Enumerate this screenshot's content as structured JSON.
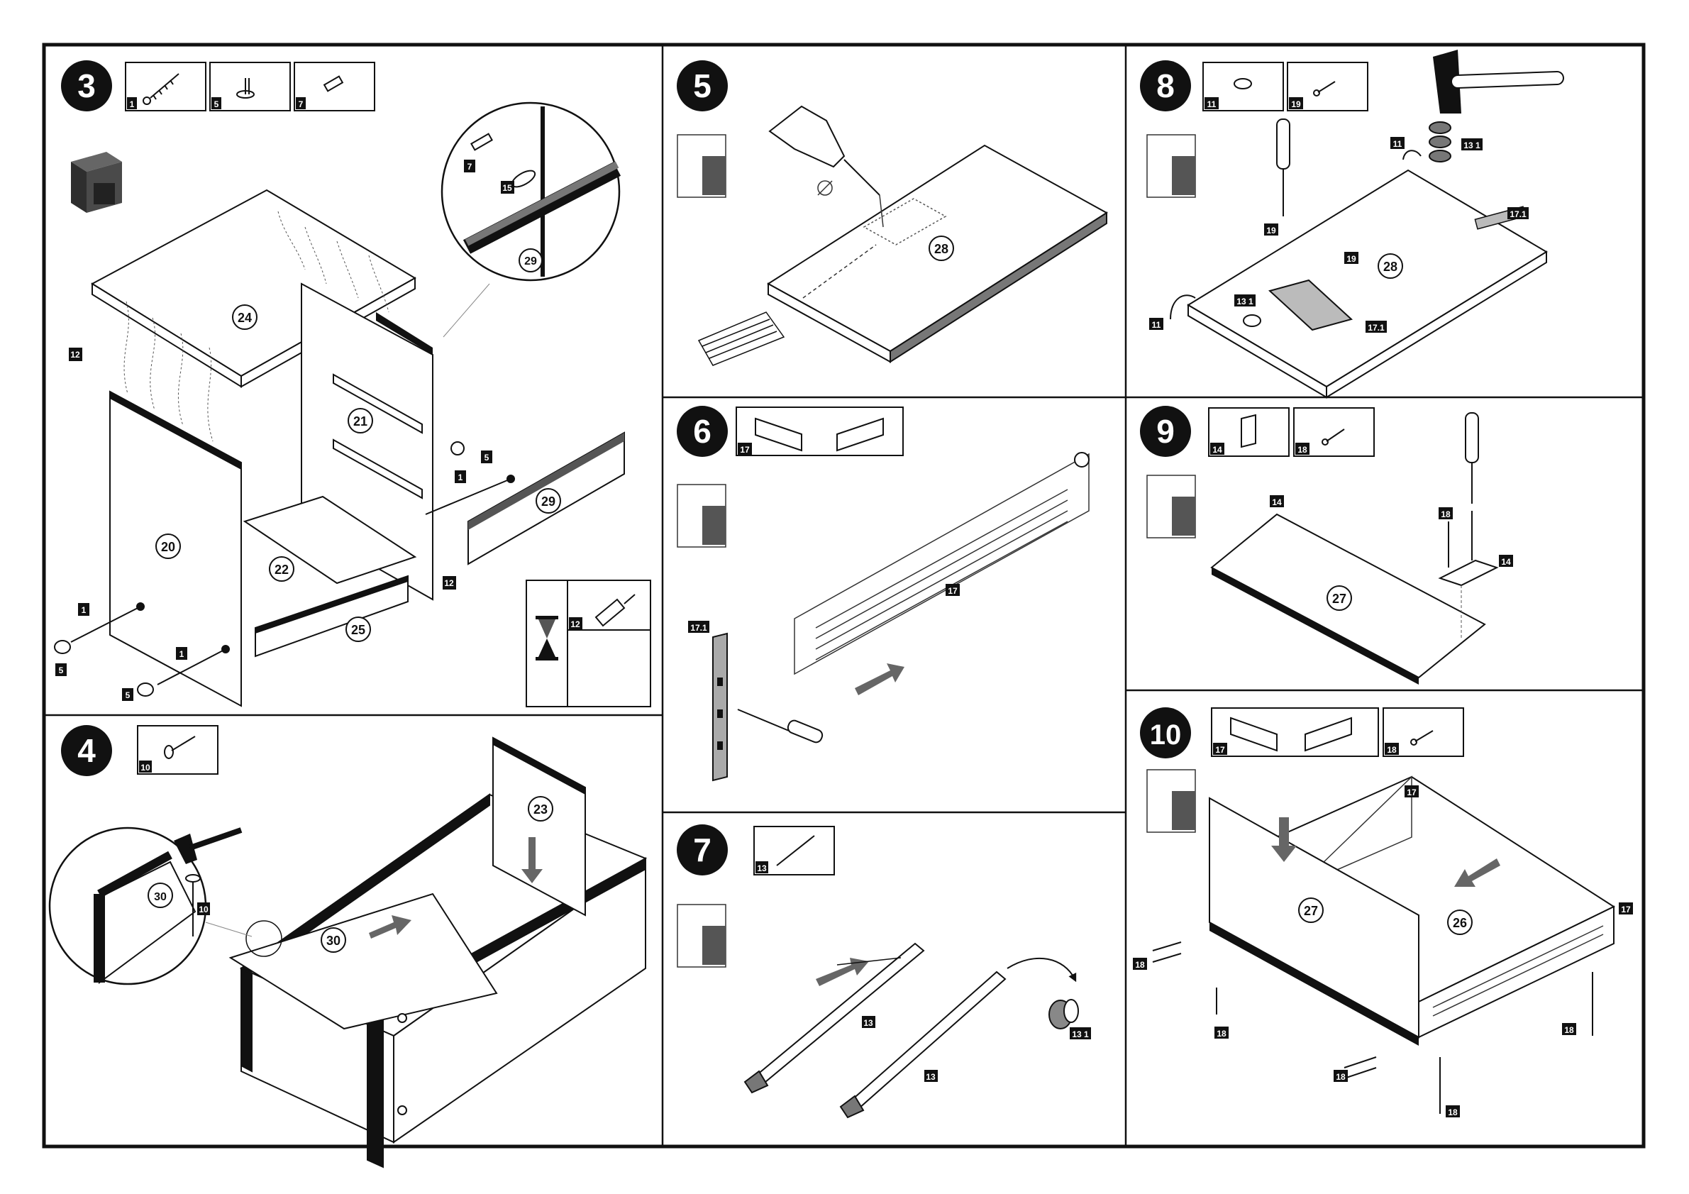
{
  "steps": {
    "s3": {
      "number": "3",
      "parts": [
        {
          "code": "1",
          "icon": "long-screw-icon"
        },
        {
          "code": "5",
          "icon": "cam-lock-icon"
        },
        {
          "code": "7",
          "icon": "dowel-icon"
        }
      ],
      "detail": {
        "part_a": "7",
        "part_b": "15",
        "panel": "29"
      },
      "panels": {
        "top": "24",
        "rail": "21",
        "side": "20",
        "base": "22",
        "back": "25",
        "front": "29"
      },
      "tags": {
        "t12a": "12",
        "t5a": "5",
        "t1a": "1",
        "t1b": "1",
        "t5b": "5",
        "t1c": "1",
        "t5c": "5",
        "t12b": "12"
      },
      "glue_tag": "12"
    },
    "s4": {
      "number": "4",
      "parts": [
        {
          "code": "10",
          "icon": "nail-icon"
        }
      ],
      "panels": {
        "back": "23",
        "bottom": "30",
        "detail_bottom": "30"
      },
      "detail_tag": "10"
    },
    "s5": {
      "number": "5",
      "panels": {
        "top": "28"
      }
    },
    "s6": {
      "number": "6",
      "parts": [
        {
          "code": "17",
          "icon": "drawer-sides-icon"
        }
      ],
      "tags": {
        "rail": "17",
        "bracket": "17.1"
      }
    },
    "s7": {
      "number": "7",
      "parts": [
        {
          "code": "13",
          "icon": "rod-icon"
        }
      ],
      "tags": {
        "rod_a": "13",
        "rod_b": "13",
        "nut": "13 1"
      }
    },
    "s8": {
      "number": "8",
      "parts": [
        {
          "code": "11",
          "icon": "glide-icon"
        },
        {
          "code": "19",
          "icon": "short-screw-icon"
        }
      ],
      "panels": {
        "top": "28"
      },
      "tags": {
        "t11a": "11",
        "t131a": "13 1",
        "t171a": "17.1",
        "t19a": "19",
        "t19b": "19",
        "t131b": "13 1",
        "t11b": "11",
        "t171b": "17.1"
      }
    },
    "s9": {
      "number": "9",
      "parts": [
        {
          "code": "14",
          "icon": "bracket-icon"
        },
        {
          "code": "18",
          "icon": "short-screw-icon"
        }
      ],
      "panels": {
        "front": "27"
      },
      "tags": {
        "t14a": "14",
        "t18": "18",
        "t14b": "14"
      }
    },
    "s10": {
      "number": "10",
      "parts": [
        {
          "code": "17",
          "icon": "drawer-sides-icon"
        },
        {
          "code": "18",
          "icon": "short-screw-icon"
        }
      ],
      "panels": {
        "front": "27",
        "bottom": "26"
      },
      "tags": {
        "t17a": "17",
        "t17b": "17",
        "t18a": "18",
        "t18b": "18",
        "t18c": "18",
        "t18d": "18",
        "t18e": "18"
      }
    }
  },
  "colors": {
    "ink": "#1a1a1a",
    "panel_fill": "#ffffff",
    "edge": "#111111",
    "arrow": "#666666",
    "cabinet": "#4a4a4a"
  }
}
